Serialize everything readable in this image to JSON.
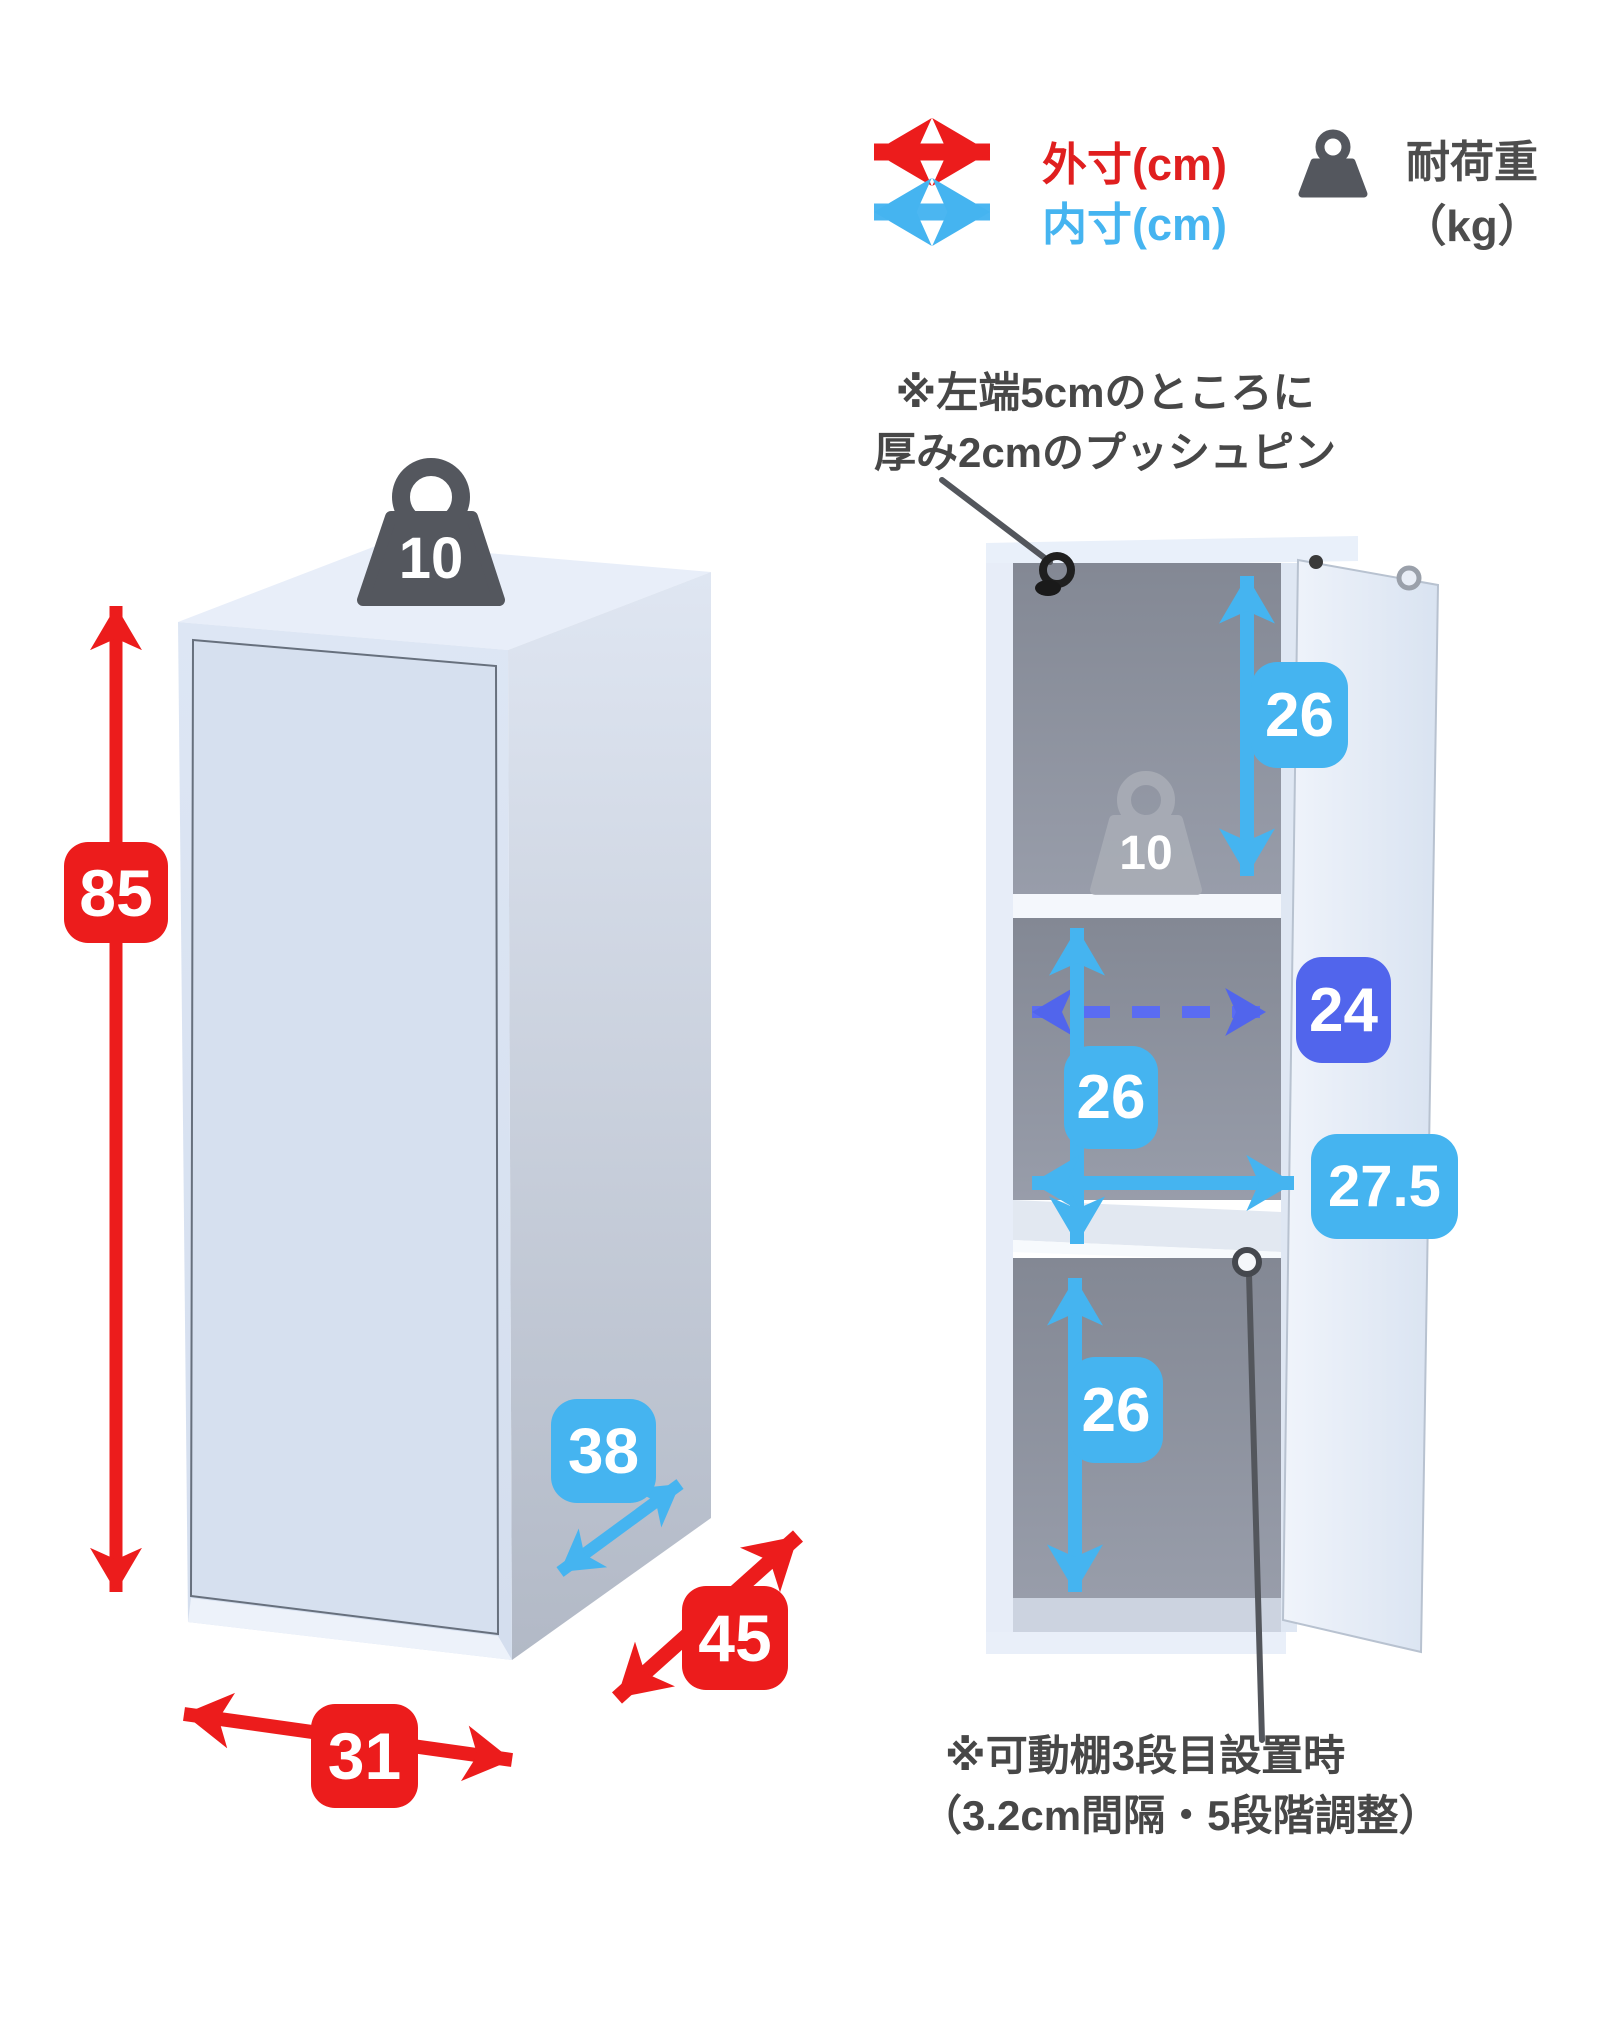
{
  "legend": {
    "outer_label": "外寸(cm)",
    "inner_label": "内寸(cm)",
    "load_label_line1": "耐荷重",
    "load_label_line2": "（kg）"
  },
  "annotations": {
    "pushpin_line1": "※左端5cmのところに",
    "pushpin_line2": "厚み2cmのプッシュピン",
    "shelf_line1": "※可動棚3段目設置時",
    "shelf_line2": "（3.2cm間隔・5段階調整）"
  },
  "left_view": {
    "load_capacity": "10",
    "outer_height": "85",
    "outer_width": "31",
    "outer_depth": "45",
    "inner_depth": "38"
  },
  "right_view": {
    "load_capacity": "10",
    "top_inner_height": "26",
    "middle_inner_height": "26",
    "bottom_inner_height": "26",
    "inner_depth": "24",
    "inner_width": "27.5"
  },
  "colors": {
    "outer_dim_red": "#ec1c1c",
    "inner_dim_blue": "#45b4f0",
    "inner_depth_indigo": "#5165ec",
    "icon_dark_gray": "#54575e",
    "annotation_gray": "#474747"
  }
}
